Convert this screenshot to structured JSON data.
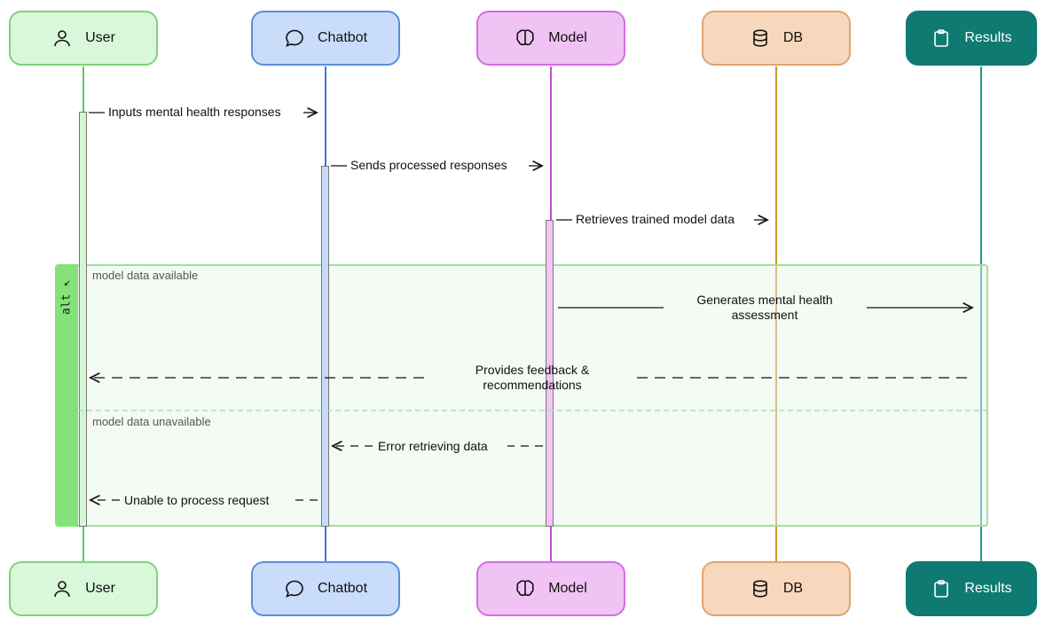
{
  "actors": {
    "user": {
      "label": "User",
      "icon": "user-icon",
      "fill": "#d9f7d9",
      "border": "#7fd27a",
      "line": "#5cc85a"
    },
    "chatbot": {
      "label": "Chatbot",
      "icon": "chat-bubble-icon",
      "fill": "#c9dcfa",
      "border": "#5b8de0",
      "line": "#3f74d4"
    },
    "model": {
      "label": "Model",
      "icon": "brain-icon",
      "fill": "#f1c3f5",
      "border": "#d46ee0",
      "line": "#c44fd0"
    },
    "db": {
      "label": "DB",
      "icon": "database-icon",
      "fill": "#f8d8bd",
      "border": "#e0a470",
      "line": "#d0942b"
    },
    "results": {
      "label": "Results",
      "icon": "clipboard-icon",
      "fill": "#0f7a72",
      "border": "#0f7a72",
      "line": "#1a9b92"
    }
  },
  "messages": {
    "m1": "Inputs mental health responses",
    "m2": "Sends processed responses",
    "m3": "Retrieves trained model data",
    "m4": "Generates mental health assessment",
    "m5": "Provides feedback & recommendations",
    "m6": "Error retrieving data",
    "m7": "Unable to process request"
  },
  "alt": {
    "label": "alt",
    "condition1": "model data available",
    "condition2": "model data unavailable"
  }
}
